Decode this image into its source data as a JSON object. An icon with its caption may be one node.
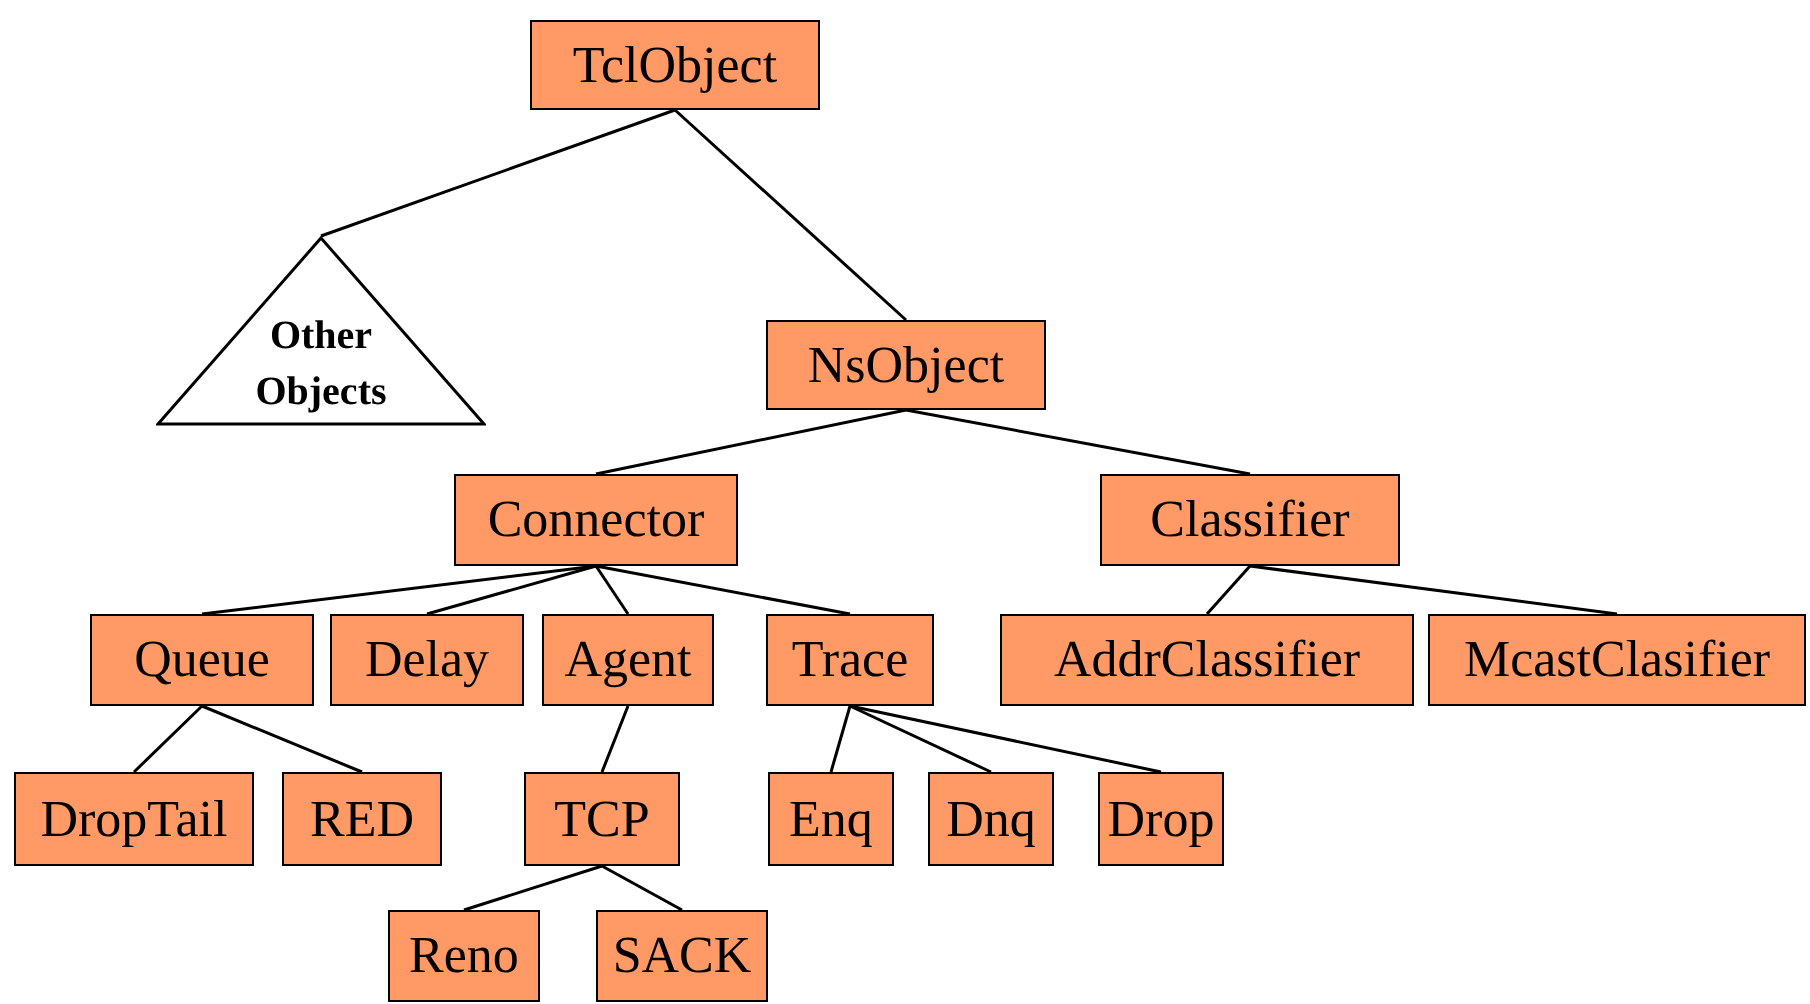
{
  "diagram": {
    "nodes": [
      {
        "text": [
          "TclObject"
        ]
      },
      {
        "text": [
          "Other Objects"
        ]
      },
      {
        "text": [
          "NsObject"
        ]
      },
      {
        "text": [
          "Connector"
        ]
      },
      {
        "text": [
          "Classifier"
        ]
      },
      {
        "text": [
          "Queue"
        ]
      },
      {
        "text": [
          "Delay"
        ]
      },
      {
        "text": [
          "Agent"
        ]
      },
      {
        "text": [
          "Trace"
        ]
      },
      {
        "text": [
          "AddrClassifier"
        ]
      },
      {
        "text": [
          "McastClasifier"
        ]
      },
      {
        "text": [
          "DropTail"
        ]
      },
      {
        "text": [
          "RED"
        ]
      },
      {
        "text": [
          "TCP"
        ]
      },
      {
        "text": [
          "Enq"
        ]
      },
      {
        "text": [
          "Dnq"
        ]
      },
      {
        "text": [
          "Drop"
        ]
      },
      {
        "text": [
          "Reno"
        ]
      },
      {
        "text": [
          "SACK"
        ]
      }
    ],
    "edges": [
      {
        "from": 0,
        "to": 1,
        "arrow": "none"
      },
      {
        "from": 0,
        "to": 2,
        "arrow": "none"
      },
      {
        "from": 2,
        "to": 3,
        "arrow": "none"
      },
      {
        "from": 2,
        "to": 4,
        "arrow": "none"
      },
      {
        "from": 3,
        "to": 5,
        "arrow": "none"
      },
      {
        "from": 3,
        "to": 6,
        "arrow": "none"
      },
      {
        "from": 3,
        "to": 7,
        "arrow": "none"
      },
      {
        "from": 3,
        "to": 8,
        "arrow": "none"
      },
      {
        "from": 4,
        "to": 9,
        "arrow": "none"
      },
      {
        "from": 4,
        "to": 10,
        "arrow": "none"
      },
      {
        "from": 5,
        "to": 11,
        "arrow": "none"
      },
      {
        "from": 5,
        "to": 12,
        "arrow": "none"
      },
      {
        "from": 7,
        "to": 13,
        "arrow": "none"
      },
      {
        "from": 8,
        "to": 14,
        "arrow": "none"
      },
      {
        "from": 8,
        "to": 15,
        "arrow": "none"
      },
      {
        "from": 8,
        "to": 16,
        "arrow": "none"
      },
      {
        "from": 13,
        "to": 17,
        "arrow": "none"
      },
      {
        "from": 13,
        "to": 18,
        "arrow": "none"
      }
    ]
  }
}
